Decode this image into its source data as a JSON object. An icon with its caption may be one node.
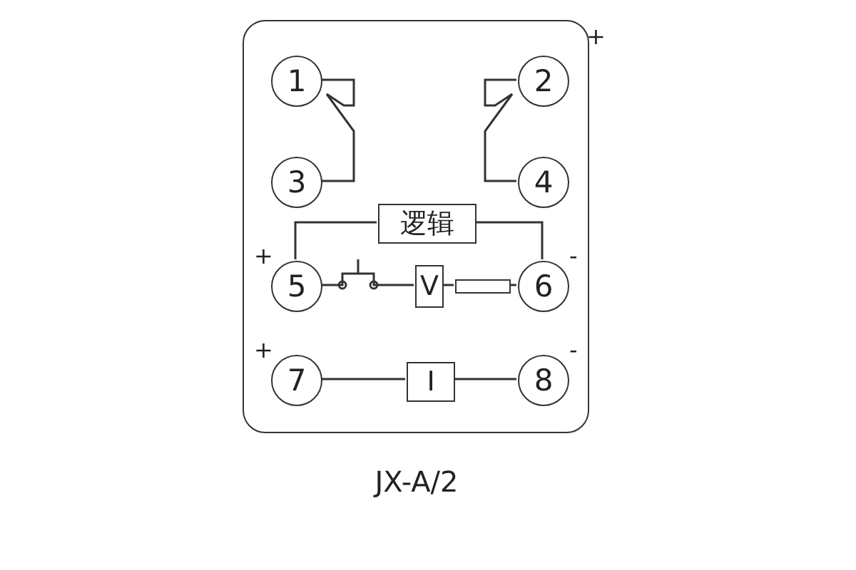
{
  "diagram": {
    "caption": "JX-A/2",
    "nodes": [
      {
        "text": [],
        "shape": "box"
      },
      {
        "text": [
          "1"
        ],
        "in": 0
      },
      {
        "text": [
          "2"
        ],
        "in": 0,
        "beside": [
          "+"
        ]
      },
      {
        "text": [
          "3"
        ],
        "in": 0
      },
      {
        "text": [
          "4"
        ],
        "in": 0
      },
      {
        "text": [
          "逻辑"
        ],
        "in": 0
      },
      {
        "text": [
          "5"
        ],
        "in": 0,
        "beside": [
          "+"
        ]
      },
      {
        "text": [
          "V"
        ],
        "in": 0
      },
      {
        "text": [],
        "shape": "box",
        "in": 0
      },
      {
        "text": [
          "6"
        ],
        "in": 0,
        "beside": [
          "-"
        ]
      },
      {
        "text": [
          "7"
        ],
        "in": 0,
        "beside": [
          "+"
        ]
      },
      {
        "text": [
          "I"
        ],
        "in": 0
      },
      {
        "text": [
          "8"
        ],
        "in": 0,
        "beside": [
          "-"
        ]
      }
    ],
    "edges": [
      {
        "from": 1,
        "to": 3,
        "arrow": "none"
      },
      {
        "from": 2,
        "to": 4,
        "arrow": "none"
      },
      {
        "from": 6,
        "to": 5,
        "arrow": "none"
      },
      {
        "from": 5,
        "to": 9,
        "arrow": "none"
      },
      {
        "from": 6,
        "to": 7,
        "arrow": "none"
      },
      {
        "from": 7,
        "to": 8,
        "arrow": "none"
      },
      {
        "from": 8,
        "to": 9,
        "arrow": "none"
      },
      {
        "from": 10,
        "to": 11,
        "arrow": "none"
      },
      {
        "from": 11,
        "to": 12,
        "arrow": "none"
      }
    ]
  }
}
